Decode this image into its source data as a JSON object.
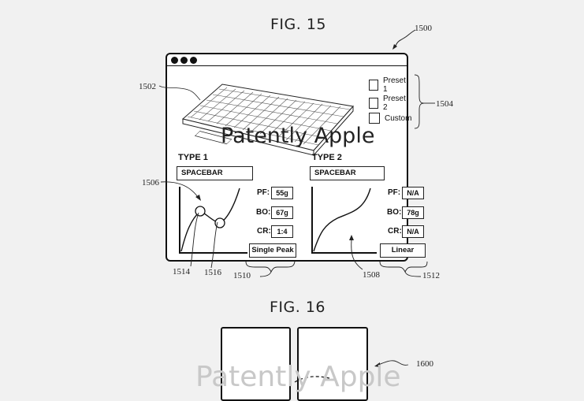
{
  "figures": {
    "fig15": {
      "title": "FIG. 15",
      "ref_window": "1500",
      "ref_keyboard": "1502",
      "ref_presets": "1504",
      "ref_curve_type1": "1506",
      "ref_curve_type2": "1508",
      "ref_type1_group": "1510",
      "ref_type2_group": "1512",
      "ref_peak": "1514",
      "ref_trough": "1516",
      "window": {
        "titlebar_dots": 3,
        "presets": [
          {
            "label": "Preset 1",
            "checked": false
          },
          {
            "label": "Preset 2",
            "checked": false
          },
          {
            "label": "Custom",
            "checked": false
          }
        ],
        "type1": {
          "heading": "TYPE 1",
          "key_field": "SPACEBAR",
          "params": [
            {
              "label": "PF:",
              "value": "55g"
            },
            {
              "label": "BO:",
              "value": "67g"
            },
            {
              "label": "CR:",
              "value": "1:4"
            }
          ],
          "mode_button": "Single Peak"
        },
        "type2": {
          "heading": "TYPE 2",
          "key_field": "SPACEBAR",
          "params": [
            {
              "label": "PF:",
              "value": "N/A"
            },
            {
              "label": "BO:",
              "value": "78g"
            },
            {
              "label": "CR:",
              "value": "N/A"
            }
          ],
          "mode_button": "Linear"
        }
      }
    },
    "fig16": {
      "title": "FIG. 16",
      "ref_device": "1600"
    }
  },
  "watermark": "Patently Apple",
  "colors": {
    "background": "#f1f1f1",
    "line": "#111111",
    "panel": "#ffffff"
  }
}
